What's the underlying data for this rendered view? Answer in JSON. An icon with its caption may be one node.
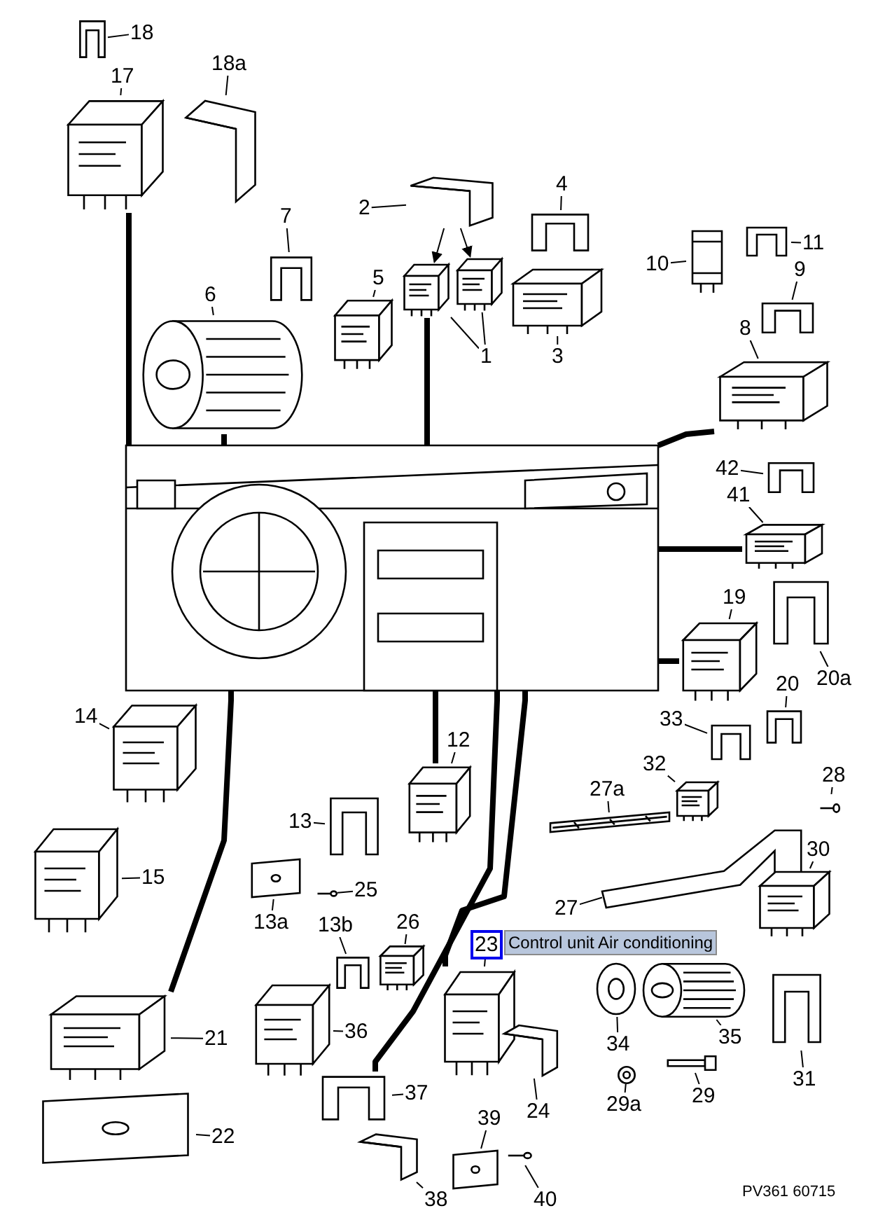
{
  "diagram": {
    "nodes": [
      {
        "text": [
          "18"
        ]
      },
      {
        "text": [],
        "shape": "picture"
      },
      {
        "text": [
          "17"
        ]
      },
      {
        "text": [],
        "shape": "picture"
      },
      {
        "text": [
          "18a"
        ]
      },
      {
        "text": [],
        "shape": "picture"
      },
      {
        "text": [
          "2"
        ]
      },
      {
        "text": [],
        "shape": "picture"
      },
      {
        "text": [
          "4"
        ]
      },
      {
        "text": [],
        "shape": "picture"
      },
      {
        "text": [
          "10"
        ]
      },
      {
        "text": [],
        "shape": "picture"
      },
      {
        "text": [
          "11"
        ]
      },
      {
        "text": [],
        "shape": "picture"
      },
      {
        "text": [
          "7"
        ]
      },
      {
        "text": [],
        "shape": "picture"
      },
      {
        "text": [
          "5"
        ]
      },
      {
        "text": [],
        "shape": "picture"
      },
      {
        "text": [
          "6"
        ]
      },
      {
        "text": [],
        "shape": "picture"
      },
      {
        "text": [
          "9"
        ]
      },
      {
        "text": [],
        "shape": "picture"
      },
      {
        "text": [],
        "shape": "picture"
      },
      {
        "text": [],
        "shape": "picture"
      },
      {
        "text": [],
        "shape": "picture"
      },
      {
        "text": [
          "1"
        ]
      },
      {
        "text": [
          "3"
        ]
      },
      {
        "text": [
          "8"
        ]
      },
      {
        "text": [],
        "shape": "picture"
      },
      {
        "text": [],
        "shape": "picture"
      },
      {
        "text": [
          "42"
        ]
      },
      {
        "text": [],
        "shape": "picture"
      },
      {
        "text": [
          "41"
        ]
      },
      {
        "text": [],
        "shape": "picture"
      },
      {
        "text": [
          "19"
        ]
      },
      {
        "text": [],
        "shape": "picture"
      },
      {
        "text": [],
        "shape": "picture"
      },
      {
        "text": [
          "20a"
        ]
      },
      {
        "text": [
          "20"
        ]
      },
      {
        "text": [],
        "shape": "picture"
      },
      {
        "text": [
          "14"
        ]
      },
      {
        "text": [],
        "shape": "picture"
      },
      {
        "text": [
          "12"
        ]
      },
      {
        "text": [],
        "shape": "picture"
      },
      {
        "text": [
          "33"
        ]
      },
      {
        "text": [],
        "shape": "picture"
      },
      {
        "text": [
          "32"
        ]
      },
      {
        "text": [],
        "shape": "picture"
      },
      {
        "text": [
          "28"
        ]
      },
      {
        "text": [],
        "shape": "picture"
      },
      {
        "text": [
          "27a"
        ]
      },
      {
        "text": [],
        "shape": "picture"
      },
      {
        "text": [
          "13"
        ]
      },
      {
        "text": [],
        "shape": "picture"
      },
      {
        "text": [
          "27"
        ]
      },
      {
        "text": [],
        "shape": "picture"
      },
      {
        "text": [
          "30"
        ]
      },
      {
        "text": [],
        "shape": "picture"
      },
      {
        "text": [
          "15"
        ]
      },
      {
        "text": [],
        "shape": "picture"
      },
      {
        "text": [
          "25"
        ]
      },
      {
        "text": [],
        "shape": "picture"
      },
      {
        "text": [],
        "shape": "picture"
      },
      {
        "text": [
          "13a"
        ]
      },
      {
        "text": [
          "13b"
        ]
      },
      {
        "text": [
          "26"
        ]
      },
      {
        "text": [],
        "shape": "picture"
      },
      {
        "text": [],
        "shape": "picture"
      },
      {
        "text": [
          "23"
        ],
        "beside": [
          "Control unit Air conditioning"
        ]
      },
      {
        "text": [],
        "shape": "picture"
      },
      {
        "text": [],
        "shape": "picture"
      },
      {
        "text": [],
        "shape": "picture"
      },
      {
        "text": [
          "21"
        ]
      },
      {
        "text": [],
        "shape": "picture"
      },
      {
        "text": [
          "36"
        ]
      },
      {
        "text": [],
        "shape": "picture"
      },
      {
        "text": [
          "34"
        ]
      },
      {
        "text": [
          "35"
        ]
      },
      {
        "text": [],
        "shape": "picture"
      },
      {
        "text": [
          "22"
        ]
      },
      {
        "text": [],
        "shape": "picture"
      },
      {
        "text": [],
        "shape": "picture"
      },
      {
        "text": [],
        "shape": "picture"
      },
      {
        "text": [],
        "shape": "picture"
      },
      {
        "text": [
          "37"
        ]
      },
      {
        "text": [],
        "shape": "picture"
      },
      {
        "text": [
          "29"
        ]
      },
      {
        "text": [
          "31"
        ]
      },
      {
        "text": [
          "24"
        ]
      },
      {
        "text": [
          "29a"
        ]
      },
      {
        "text": [
          "39"
        ]
      },
      {
        "text": [],
        "shape": "picture"
      },
      {
        "text": [
          "40"
        ]
      },
      {
        "text": [],
        "shape": "picture"
      },
      {
        "text": [
          "38"
        ]
      },
      {
        "text": [],
        "shape": "picture"
      }
    ],
    "edges": [
      {
        "from": 0,
        "to": 1,
        "arrow": "none"
      },
      {
        "from": 2,
        "to": 3,
        "arrow": "none"
      },
      {
        "from": 4,
        "to": 5,
        "arrow": "none"
      },
      {
        "from": 6,
        "to": 7,
        "arrow": "none"
      },
      {
        "from": 8,
        "to": 9,
        "arrow": "none"
      },
      {
        "from": 10,
        "to": 11,
        "arrow": "none"
      },
      {
        "from": 12,
        "to": 13,
        "arrow": "none"
      },
      {
        "from": 14,
        "to": 15,
        "arrow": "none"
      },
      {
        "from": 16,
        "to": 17,
        "arrow": "none"
      },
      {
        "from": 18,
        "to": 19,
        "arrow": "none"
      },
      {
        "from": 20,
        "to": 21,
        "arrow": "none"
      },
      {
        "from": 25,
        "to": 22,
        "arrow": "none"
      },
      {
        "from": 25,
        "to": 23,
        "arrow": "none"
      },
      {
        "from": 26,
        "to": 24,
        "arrow": "none"
      },
      {
        "from": 27,
        "to": 28,
        "arrow": "none"
      },
      {
        "from": 30,
        "to": 31,
        "arrow": "none"
      },
      {
        "from": 32,
        "to": 33,
        "arrow": "none"
      },
      {
        "from": 34,
        "to": 35,
        "arrow": "none"
      },
      {
        "from": 37,
        "to": 36,
        "arrow": "none"
      },
      {
        "from": 38,
        "to": 39,
        "arrow": "none"
      },
      {
        "from": 40,
        "to": 41,
        "arrow": "none"
      },
      {
        "from": 42,
        "to": 43,
        "arrow": "none"
      },
      {
        "from": 44,
        "to": 45,
        "arrow": "none"
      },
      {
        "from": 46,
        "to": 47,
        "arrow": "none"
      },
      {
        "from": 48,
        "to": 49,
        "arrow": "none"
      },
      {
        "from": 50,
        "to": 51,
        "arrow": "none"
      },
      {
        "from": 52,
        "to": 53,
        "arrow": "none"
      },
      {
        "from": 54,
        "to": 55,
        "arrow": "none"
      },
      {
        "from": 56,
        "to": 57,
        "arrow": "none"
      },
      {
        "from": 58,
        "to": 59,
        "arrow": "none"
      },
      {
        "from": 60,
        "to": 61,
        "arrow": "none"
      },
      {
        "from": 63,
        "to": 62,
        "arrow": "none"
      },
      {
        "from": 64,
        "to": 66,
        "arrow": "none"
      },
      {
        "from": 65,
        "to": 67,
        "arrow": "none"
      },
      {
        "from": 68,
        "to": 69,
        "arrow": "none"
      },
      {
        "from": 76,
        "to": 70,
        "arrow": "none"
      },
      {
        "from": 77,
        "to": 71,
        "arrow": "none"
      },
      {
        "from": 72,
        "to": 73,
        "arrow": "none"
      },
      {
        "from": 74,
        "to": 75,
        "arrow": "none"
      },
      {
        "from": 79,
        "to": 78,
        "arrow": "none"
      },
      {
        "from": 88,
        "to": 80,
        "arrow": "none"
      },
      {
        "from": 89,
        "to": 81,
        "arrow": "none"
      },
      {
        "from": 86,
        "to": 82,
        "arrow": "none"
      },
      {
        "from": 87,
        "to": 83,
        "arrow": "none"
      },
      {
        "from": 84,
        "to": 85,
        "arrow": "none"
      },
      {
        "from": 90,
        "to": 91,
        "arrow": "none"
      },
      {
        "from": 92,
        "to": 93,
        "arrow": "none"
      },
      {
        "from": 94,
        "to": 95,
        "arrow": "none"
      },
      {
        "from": 7,
        "to": 22,
        "arrow": "to"
      },
      {
        "from": 7,
        "to": 23,
        "arrow": "to"
      },
      {
        "from": 3,
        "to": 29,
        "arrow": "none",
        "style": "thick"
      },
      {
        "from": 19,
        "to": 29,
        "arrow": "none",
        "style": "thick"
      },
      {
        "from": 22,
        "to": 29,
        "arrow": "none",
        "style": "thick"
      },
      {
        "from": 28,
        "to": 29,
        "arrow": "none",
        "style": "thick"
      },
      {
        "from": 33,
        "to": 29,
        "arrow": "none",
        "style": "thick"
      },
      {
        "from": 35,
        "to": 29,
        "arrow": "none",
        "style": "thick"
      },
      {
        "from": 29,
        "to": 73,
        "arrow": "none",
        "style": "thick"
      },
      {
        "from": 29,
        "to": 43,
        "arrow": "none",
        "style": "thick"
      },
      {
        "from": 29,
        "to": 69,
        "arrow": "none",
        "style": "thick"
      },
      {
        "from": 29,
        "to": 85,
        "arrow": "none",
        "style": "thick"
      }
    ],
    "labels": [
      "PV361 60715"
    ]
  }
}
